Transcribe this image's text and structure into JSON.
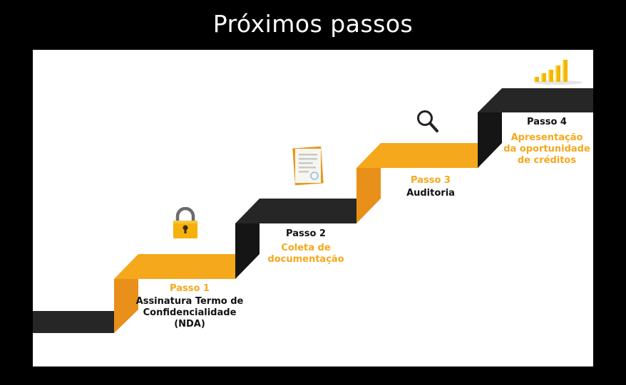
{
  "title": "Próximos passos",
  "colors": {
    "orange": "#f5a81c",
    "orange_dark": "#e8901a",
    "black": "#1e1e1e",
    "background": "#000000",
    "panel": "#ffffff"
  },
  "steps": [
    {
      "label": "Passo 1",
      "text": "Assinatura Termo de Confidencialidade (NDA)",
      "icon": "lock-icon"
    },
    {
      "label": "Passo 2",
      "text": "Coleta de documentação",
      "icon": "document-icon"
    },
    {
      "label": "Passo 3",
      "text": "Auditoria",
      "icon": "magnifier-icon"
    },
    {
      "label": "Passo 4",
      "text": "Apresentação da oportunidade de créditos",
      "icon": "bar-chart-icon"
    }
  ]
}
